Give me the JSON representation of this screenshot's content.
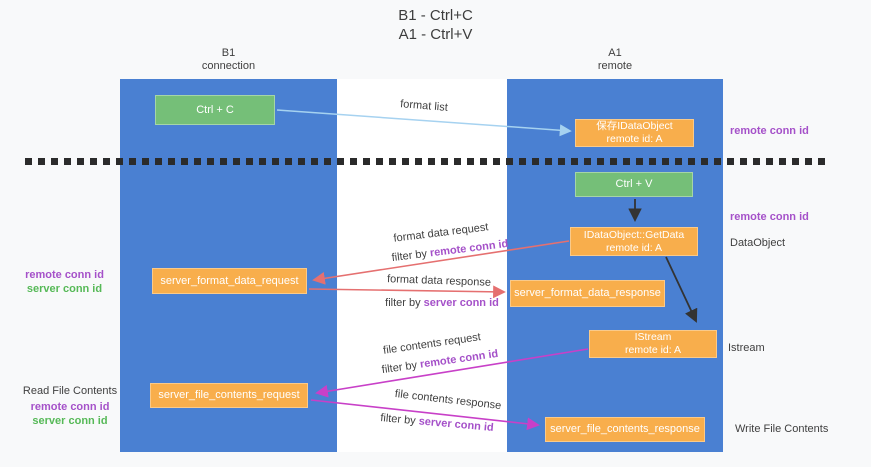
{
  "title": {
    "line1": "B1 - Ctrl+C",
    "line2": "A1 - Ctrl+V"
  },
  "lanes": {
    "left": {
      "name": "B1",
      "role": "connection"
    },
    "right": {
      "name": "A1",
      "role": "remote"
    }
  },
  "nodes": {
    "ctrl_c": {
      "label": "Ctrl + C"
    },
    "saved_dataobject": {
      "line1": "保存IDataObject",
      "line2": "remote id: A"
    },
    "ctrl_v": {
      "label": "Ctrl + V"
    },
    "getdata": {
      "line1": "IDataObject::GetData",
      "line2": "remote id: A"
    },
    "server_format_data_request": {
      "label": "server_format_data_request"
    },
    "server_format_data_response": {
      "label": "server_format_data_response"
    },
    "istream": {
      "line1": "IStream",
      "line2": "remote id: A"
    },
    "server_file_contents_request": {
      "label": "server_file_contents_request"
    },
    "server_file_contents_response": {
      "label": "server_file_contents_response"
    }
  },
  "messages": {
    "format_list": {
      "label": "format list"
    },
    "format_data_request": {
      "label": "format data request",
      "filter_prefix": "filter by ",
      "filter_key": "remote conn id"
    },
    "format_data_response": {
      "label": "format data response",
      "filter_prefix": "filter by ",
      "filter_key": "server conn id"
    },
    "file_contents_request": {
      "label": "file contents request",
      "filter_prefix": "filter by ",
      "filter_key": "remote conn id"
    },
    "file_contents_response": {
      "label": "file contents response",
      "filter_prefix": "filter by ",
      "filter_key": "server conn id"
    }
  },
  "side_labels": {
    "right_top_remote_conn_id": "remote conn id",
    "right_mid_remote_conn_id": "remote conn id",
    "right_dataobject": "DataObject",
    "right_istream": "Istream",
    "right_write_file_contents": "Write File Contents",
    "left_top_remote_conn_id": "remote conn id",
    "left_top_server_conn_id": "server conn id",
    "left_read_file_contents": "Read File Contents",
    "left_bottom_remote_conn_id": "remote conn id",
    "left_bottom_server_conn_id": "server conn id"
  },
  "colors": {
    "lane_blue": "#4a80d2",
    "node_orange": "#f8ae4c",
    "node_green": "#75bf78",
    "arrow_light_blue": "#a6d2f0",
    "arrow_red": "#e57070",
    "arrow_magenta": "#c840c8",
    "arrow_black": "#333333",
    "accent_purple": "#a551c9",
    "accent_green": "#56b957"
  }
}
